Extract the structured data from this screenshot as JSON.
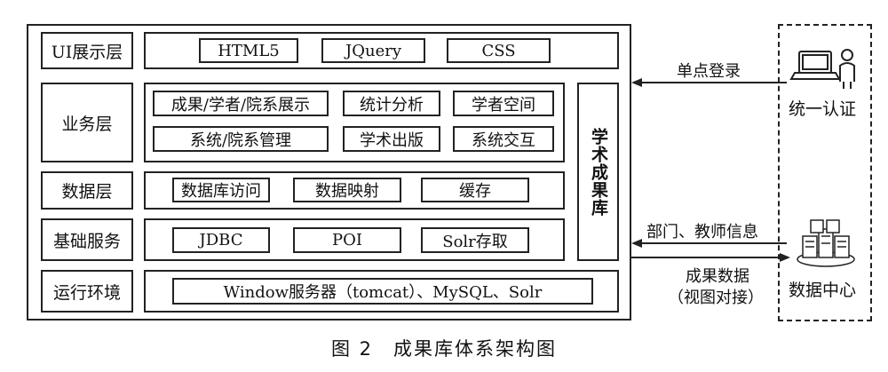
{
  "layers": [
    {
      "label": "UI展示层"
    },
    {
      "label": "业务层"
    },
    {
      "label": "数据层"
    },
    {
      "label": "基础服务"
    },
    {
      "label": "运行环境"
    }
  ],
  "ui_layer": {
    "items": [
      "HTML5",
      "JQuery",
      "CSS"
    ]
  },
  "business_layer": {
    "row1": [
      "成果/学者/院系展示",
      "统计分析",
      "学者空间"
    ],
    "row2": [
      "系统/院系管理",
      "学术出版",
      "系统交互"
    ]
  },
  "data_layer": {
    "items": [
      "数据库访问",
      "数据映射",
      "缓存"
    ]
  },
  "base_services": {
    "items": [
      "JDBC",
      "POI",
      "Solr存取"
    ]
  },
  "runtime": {
    "text": "Window服务器（tomcat）、MySQL、Solr"
  },
  "repository_label": "学术成果库",
  "right_panel": {
    "auth_label": "统一认证",
    "datacenter_label": "数据中心"
  },
  "arrows": {
    "sso": "单点登录",
    "dept_info": "部门、教师信息",
    "results_line1": "成果数据",
    "results_line2": "（视图对接）"
  },
  "caption": "图 2　成果库体系架构图"
}
